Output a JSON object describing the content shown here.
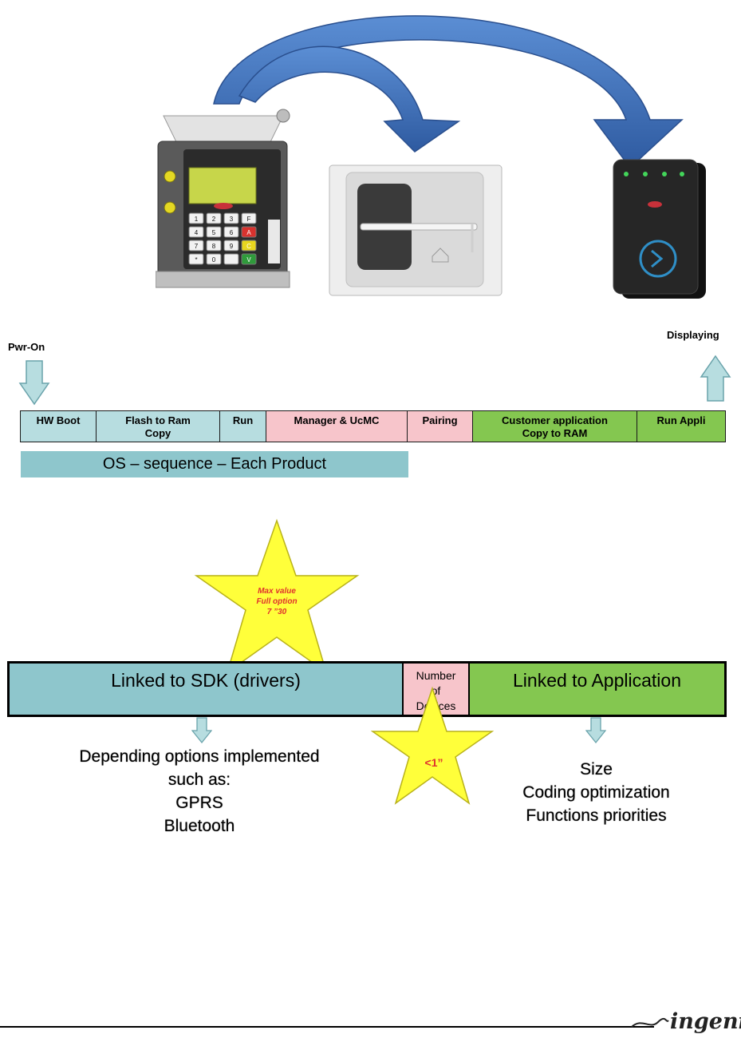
{
  "labels": {
    "power_on": "Pwr-On",
    "displaying": "Displaying"
  },
  "timeline": [
    {
      "label": "HW Boot",
      "color": "#b7dde0"
    },
    {
      "label": "Flash to Ram\nCopy",
      "color": "#b7dde0"
    },
    {
      "label": "Run",
      "color": "#b7dde0"
    },
    {
      "label": "Manager & UcMC",
      "color": "#f7c5cb"
    },
    {
      "label": "Pairing",
      "color": "#f7c5cb"
    },
    {
      "label": "Customer application\nCopy to RAM",
      "color": "#84c750"
    },
    {
      "label": "Run Appli",
      "color": "#84c750"
    }
  ],
  "os_bar": "OS – sequence – Each Product",
  "star_top": {
    "lines": [
      "Max value",
      "Full option",
      "7 ”30"
    ]
  },
  "bar2": {
    "sdk": "Linked to SDK (drivers)",
    "number_devices": "Number\nof\nDevices",
    "app": "Linked to Application"
  },
  "star_bottom": {
    "text": "<1”"
  },
  "left_note": "Depending options implemented\nsuch as:\nGPRS\nBluetooth",
  "right_note": "Size\nCoding optimization\nFunctions priorities",
  "keypad": [
    "1",
    "2",
    "3",
    "F",
    "4",
    "5",
    "6",
    "A",
    "7",
    "8",
    "9",
    "C",
    "*",
    "0",
    "",
    "V"
  ],
  "logo": "ingenico",
  "colors": {
    "teal": "#8ec6cc",
    "teal_light": "#b7dde0",
    "pink": "#f7c5cb",
    "green": "#84c750",
    "arrow_blue": "#3f6eb5",
    "star": "#ffff3a"
  }
}
